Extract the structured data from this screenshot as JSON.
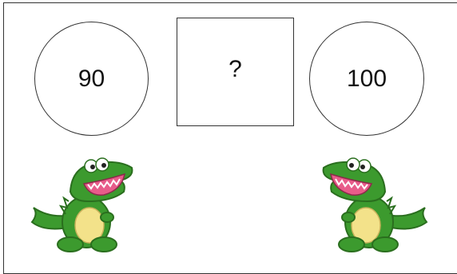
{
  "left_number": "90",
  "middle_symbol": "?",
  "right_number": "100",
  "images": {
    "left_croc": "crocodile-cartoon",
    "right_croc": "crocodile-cartoon"
  },
  "colors": {
    "croc_green": "#3c9a2e",
    "croc_dark": "#2a6e1e",
    "belly": "#f3e28a",
    "mouth": "#e85c8a"
  }
}
